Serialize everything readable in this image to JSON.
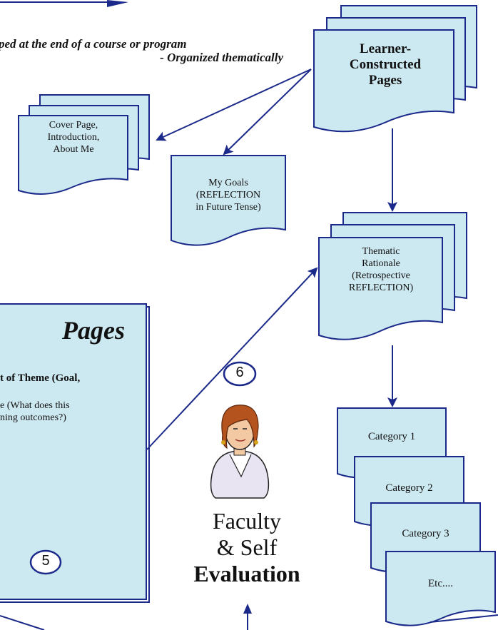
{
  "header": {
    "line1": "ped at the end of a course or program",
    "line2": "- Organized thematically"
  },
  "nodes": {
    "learner_pages": [
      "Learner-",
      "Constructed",
      "Pages"
    ],
    "cover_page": [
      "Cover Page,",
      "Introduction,",
      "About Me"
    ],
    "my_goals": [
      "My Goals",
      "(REFLECTION",
      "in Future Tense)"
    ],
    "thematic": [
      "Thematic",
      "Rationale",
      "(Retrospective",
      "REFLECTION)"
    ],
    "category1": "Category 1",
    "category2": "Category 2",
    "category3": "Category 3",
    "etc": "Etc...."
  },
  "panel": {
    "title": "Pages",
    "line1": "t of Theme (Goal,",
    "line2a": "e (What does this",
    "line2b": "ning outcomes?)",
    "badge": "5"
  },
  "badge6": "6",
  "evaluation": {
    "line1": "Faculty",
    "line2": "& Self",
    "line3": "Evaluation"
  },
  "colors": {
    "box_fill": "#cce8f0",
    "box_stroke": "#1b2a8a",
    "arrow": "#1b2a8a"
  }
}
